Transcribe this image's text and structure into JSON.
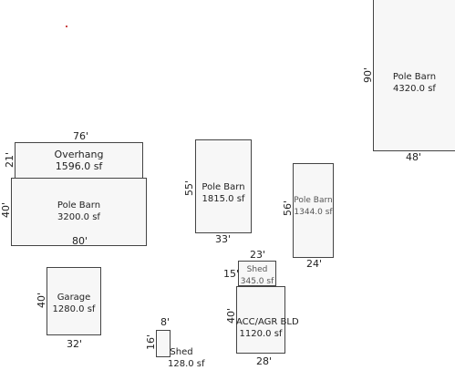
{
  "marker_color": "#cc4444",
  "buildings": {
    "pole_barn_top": {
      "name": "Pole Barn",
      "area": "4320.0 sf",
      "width": "48'",
      "depth": "90'"
    },
    "overhang": {
      "name": "Overhang",
      "area": "1596.0 sf",
      "width": "76'",
      "depth": "21'"
    },
    "pole_barn_left": {
      "name": "Pole Barn",
      "area": "3200.0 sf",
      "width": "80'",
      "depth": "40'"
    },
    "pole_barn_mid": {
      "name": "Pole Barn",
      "area": "1815.0 sf",
      "width": "33'",
      "depth": "55'"
    },
    "pole_barn_right": {
      "name": "Pole Barn",
      "area": "1344.0 sf",
      "width": "24'",
      "depth": "56'"
    },
    "shed_mid": {
      "name": "Shed",
      "area": "345.0 sf",
      "width": "23'",
      "depth": "15'"
    },
    "acc_agr": {
      "name": "ACC/AGR BLD",
      "area": "1120.0 sf",
      "width": "28'",
      "depth": "40'"
    },
    "garage": {
      "name": "Garage",
      "area": "1280.0 sf",
      "width": "32'",
      "depth": "40'"
    },
    "shed_small": {
      "name": "Shed",
      "area": "128.0 sf",
      "width": "8'",
      "depth": "16'"
    }
  }
}
